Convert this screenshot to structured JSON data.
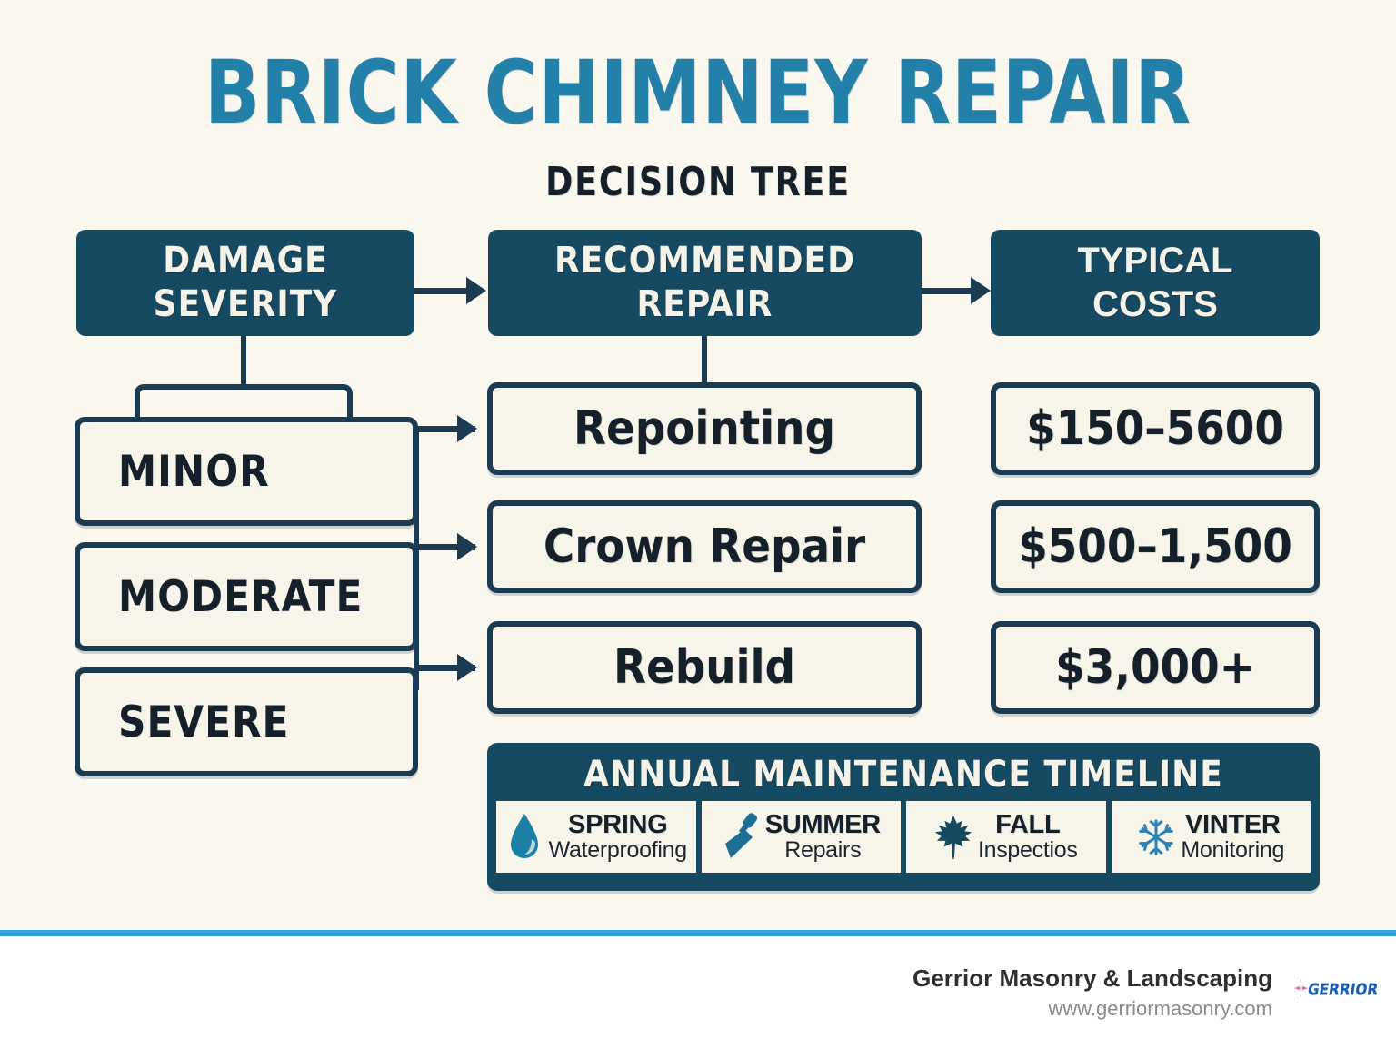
{
  "page": {
    "title": "BRICK CHIMNEY REPAIR",
    "subtitle": "DECISION TREE",
    "background_color": "#faf7ef",
    "accent_color": "#29a3d9",
    "navy_color": "#164a63",
    "title_color": "#2380a8"
  },
  "columns": {
    "severity_header": "DAMAGE\nSEVERITY",
    "severity_header_line1": "DAMAGE",
    "severity_header_line2": "SEVERITY",
    "repair_header_line1": "RECOMMENDED",
    "repair_header_line2": "REPAIR",
    "costs_header_line1": "TYPICAL",
    "costs_header_line2": "COSTS"
  },
  "rows": [
    {
      "severity": "MINOR",
      "repair": "Repointing",
      "cost": "$150–5600"
    },
    {
      "severity": "MODERATE",
      "repair": "Crown Repair",
      "cost": "$500–1,500"
    },
    {
      "severity": "SEVERE",
      "repair": "Rebuild",
      "cost": "$3,000+"
    }
  ],
  "timeline": {
    "title": "ANNUAL MAINTENANCE TIMELINE",
    "cells": [
      {
        "icon": "water-drop-icon",
        "season": "SPRING",
        "task": "Waterproofing",
        "icon_color": "#1c7fa5"
      },
      {
        "icon": "trowel-icon",
        "season": "SUMMER",
        "task": "Repairs",
        "icon_color": "#1c6f93"
      },
      {
        "icon": "maple-leaf-icon",
        "season": "FALL",
        "task": "Inspectios",
        "icon_color": "#164a63"
      },
      {
        "icon": "snowflake-icon",
        "season": "VINTER",
        "task": "Monitoring",
        "icon_color": "#2b84b4"
      }
    ]
  },
  "footer": {
    "brand": "Gerrior Masonry & Landscaping",
    "url": "www.gerriormasonry.com",
    "logo_text": "GERRIOR"
  }
}
